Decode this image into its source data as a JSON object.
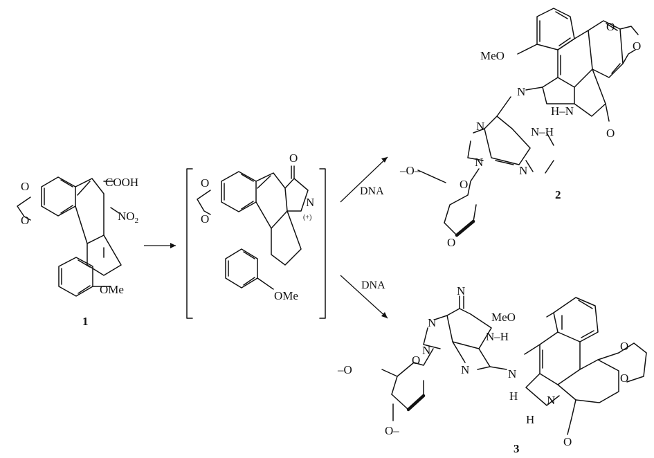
{
  "scheme": {
    "compounds": {
      "c1": {
        "number": "1",
        "cooh": "COOH",
        "nitro": "NO",
        "nitro_sub": "2",
        "ome": "OMe"
      },
      "inter": {
        "oxo": "O",
        "n": "N",
        "charge": "(+)",
        "ome": "OMe"
      },
      "c2": {
        "number": "2",
        "meo": "MeO",
        "nh": "N",
        "hn": "H–N",
        "oxo": "O",
        "n7": "N",
        "n9": "N",
        "n1h": "N–H",
        "n3": "N",
        "sugar_o": "–O–",
        "ring_o": "O",
        "o3": "O"
      },
      "c3": {
        "number": "3",
        "meo": "MeO",
        "imine_n": "N",
        "n1h": "N–H",
        "n7": "N",
        "n9": "N",
        "n3": "N",
        "link_n": "N",
        "link_h": "H",
        "lactam_n": "N",
        "lactam_h": "H",
        "oxo": "O",
        "ring_o": "O",
        "o5": "–O",
        "o3": "O–"
      }
    },
    "reagents": {
      "upper": "DNA",
      "lower": "DNA"
    },
    "methylenedioxy_o": "O"
  }
}
